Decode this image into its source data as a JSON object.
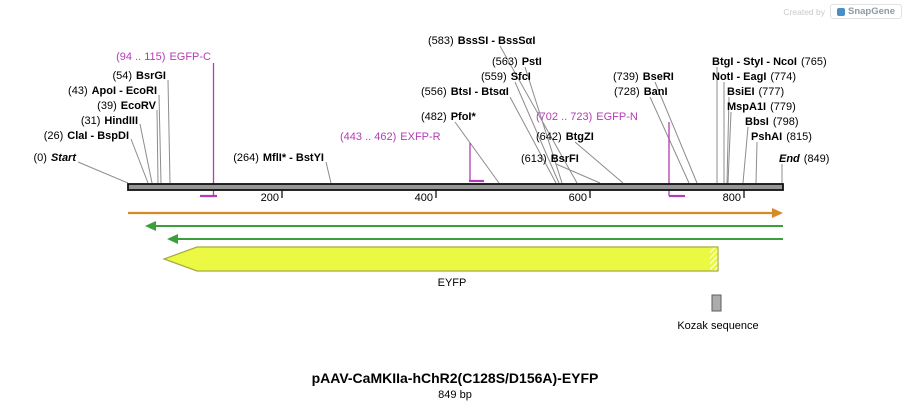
{
  "watermark": {
    "created_by": "Created by",
    "brand": "SnapGene"
  },
  "scale": {
    "s200": "200",
    "s400": "400",
    "s600": "600",
    "s800": "800"
  },
  "terminals": {
    "start": {
      "pos": "(0)",
      "name": "Start"
    },
    "end": {
      "name": "End",
      "pos": "(849)"
    }
  },
  "sites": {
    "bsssi": {
      "pos": "(583)",
      "name": "BssSI - BssSαI"
    },
    "psti": {
      "pos": "(563)",
      "name": "PstI"
    },
    "sfci": {
      "pos": "(559)",
      "name": "SfcI"
    },
    "btsi": {
      "pos": "(556)",
      "name": "BtsI - BtsαI"
    },
    "pfoi": {
      "pos": "(482)",
      "name": "PfoI*"
    },
    "bsrfi": {
      "pos": "(613)",
      "name": "BsrFI"
    },
    "btgzi": {
      "pos": "(642)",
      "name": "BtgZI"
    },
    "bseri": {
      "pos": "(739)",
      "name": "BseRI"
    },
    "bani": {
      "pos": "(728)",
      "name": "BanI"
    },
    "bsrgi": {
      "pos": "(54)",
      "name": "BsrGI"
    },
    "apoi": {
      "pos": "(43)",
      "name": "ApoI - EcoRI"
    },
    "ecorv": {
      "pos": "(39)",
      "name": "EcoRV"
    },
    "hindiii": {
      "pos": "(31)",
      "name": "HindIII"
    },
    "clai": {
      "pos": "(26)",
      "name": "ClaI - BspDI"
    },
    "mfli": {
      "pos": "(264)",
      "name": "MflI* - BstYI"
    },
    "btgi": {
      "name": "BtgI - StyI - NcoI",
      "pos": "(765)"
    },
    "noti": {
      "name": "NotI - EagI",
      "pos": "(774)"
    },
    "bsiei": {
      "name": "BsiEI",
      "pos": "(777)"
    },
    "mspa1i": {
      "name": "MspA1I",
      "pos": "(779)"
    },
    "bbsi": {
      "name": "BbsI",
      "pos": "(798)"
    },
    "pshai": {
      "name": "PshAI",
      "pos": "(815)"
    }
  },
  "primers": {
    "egfp_c": {
      "pos": "(94 .. 115)",
      "name": "EGFP-C"
    },
    "exfp_r": {
      "pos": "(443 .. 462)",
      "name": "EXFP-R"
    },
    "egfp_n": {
      "pos": "(702 .. 723)",
      "name": "EGFP-N"
    }
  },
  "features": {
    "eyfp": "EYFP",
    "kozak": "Kozak sequence"
  },
  "footer": {
    "title": "pAAV-CaMKIIa-hChR2(C128S/D156A)-EYFP",
    "length": "849 bp"
  },
  "colors": {
    "primer": "#B43CB4",
    "backbone_arrow": "#D98A28",
    "frame_arrow": "#3BA03B",
    "eyfp_fill": "#ECF943",
    "kozak_fill": "#ACACAC"
  }
}
